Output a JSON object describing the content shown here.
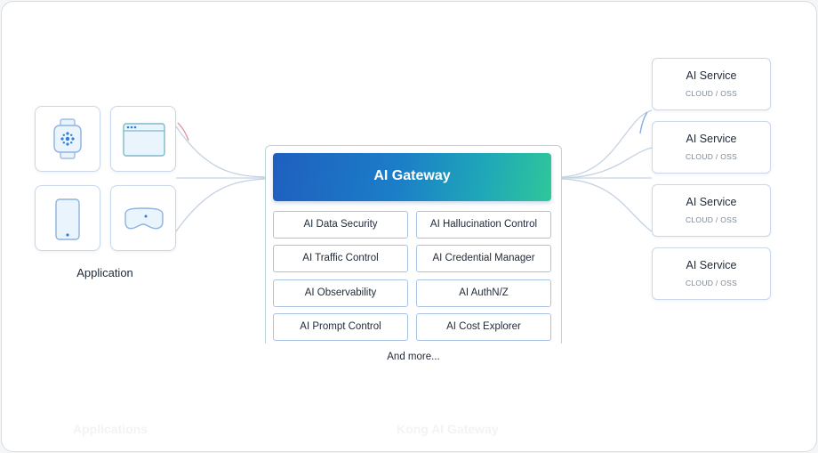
{
  "application": {
    "label": "Application"
  },
  "gateway": {
    "title": "AI Gateway",
    "features": [
      "AI Data Security",
      "AI Hallucination Control",
      "AI Traffic Control",
      "AI Credential Manager",
      "AI Observability",
      "AI AuthN/Z",
      "AI Prompt Control",
      "AI Cost Explorer"
    ],
    "more": "And more..."
  },
  "services": [
    {
      "name": "AI Service",
      "type": "CLOUD / OSS"
    },
    {
      "name": "AI Service",
      "type": "CLOUD / OSS"
    },
    {
      "name": "AI Service",
      "type": "CLOUD / OSS"
    },
    {
      "name": "AI Service",
      "type": "CLOUD / OSS"
    }
  ],
  "faded_captions": {
    "left": "Applications",
    "center": "Kong AI Gateway"
  },
  "colors": {
    "gradient_start": "#1f5fbf",
    "gradient_end": "#2fc79a",
    "tile_border": "#c9d8ea",
    "feature_border": "#a9c3e4",
    "connector": "#c4d3e3"
  }
}
